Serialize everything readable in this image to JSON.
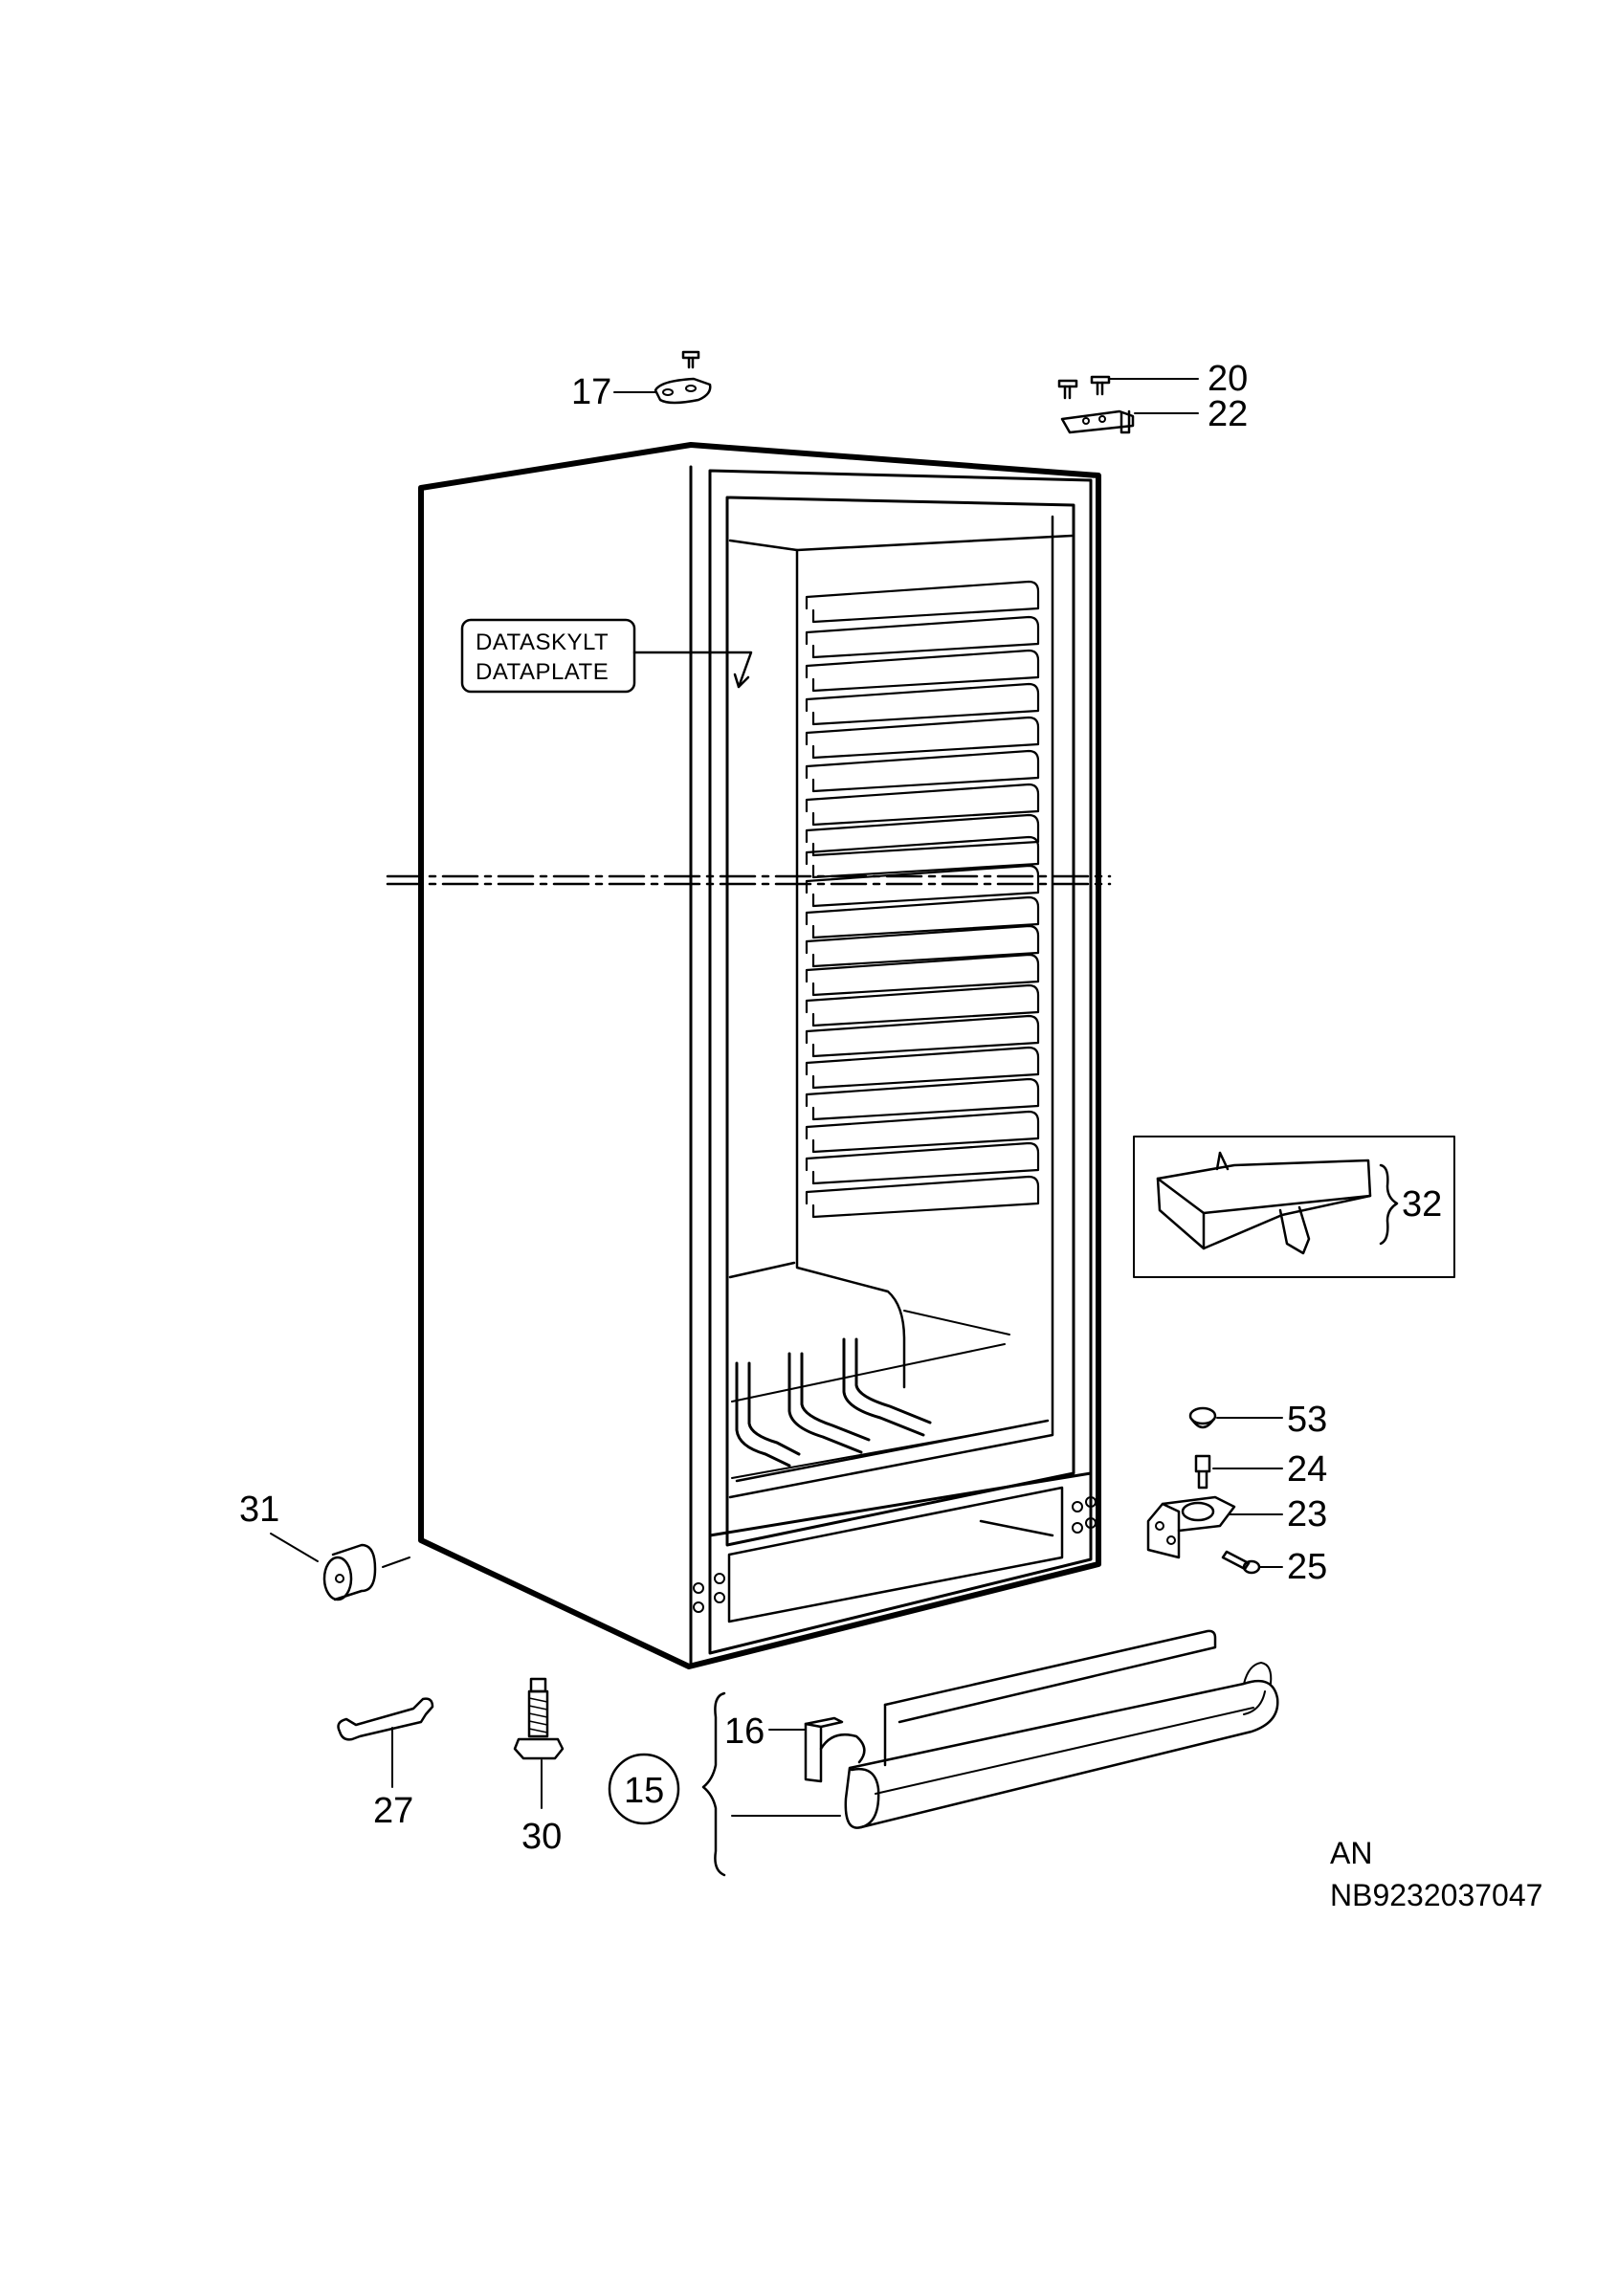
{
  "labels": {
    "p17": "17",
    "p20": "20",
    "p22": "22",
    "p32": "32",
    "p53": "53",
    "p24": "24",
    "p23": "23",
    "p25": "25",
    "p31": "31",
    "p16": "16",
    "p15": "15",
    "p27": "27",
    "p30": "30"
  },
  "dataplate": {
    "line1": "DATASKYLT",
    "line2": "DATAPLATE"
  },
  "reference": {
    "line1": "AN",
    "line2": "NB9232037047"
  }
}
